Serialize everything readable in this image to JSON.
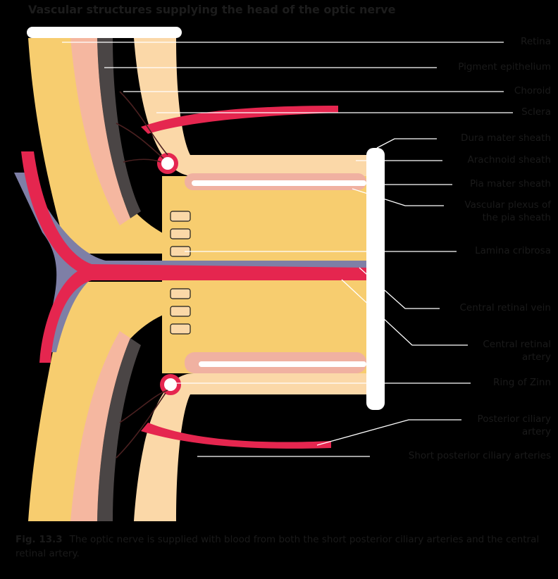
{
  "figure": {
    "title": "Vascular structures supplying the head of the optic nerve",
    "caption_number": "Fig. 13.3",
    "caption_text": "The optic nerve is supplied with blood from both the short posterior ciliary arteries and the central retinal artery."
  },
  "labels": {
    "retina": "Retina",
    "pigment_epithelium": "Pigment epithelium",
    "choroid": "Choroid",
    "sclera": "Sclera",
    "dura": "Dura mater sheath",
    "arachnoid": "Arachnoid sheath",
    "pia": "Pia mater sheath",
    "plexus_1": "Vascular plexus of",
    "plexus_2": "the pia sheath",
    "lamina": "Lamina cribrosa",
    "vein": "Central retinal vein",
    "artery_1": "Central retinal",
    "artery_2": "artery",
    "zinn": "Ring of Zinn",
    "pca_1": "Posterior ciliary",
    "pca_2": "artery",
    "spca": "Short posterior ciliary arteries"
  },
  "colors": {
    "background": "#000000",
    "retina": "#f7cd6f",
    "sclera": "#fbd8a8",
    "artery": "#e5264f",
    "vein": "#7e7fa6",
    "pigment": "#4a4545",
    "photoreceptor": "#f5b7a0",
    "leader": "#ffffff"
  }
}
